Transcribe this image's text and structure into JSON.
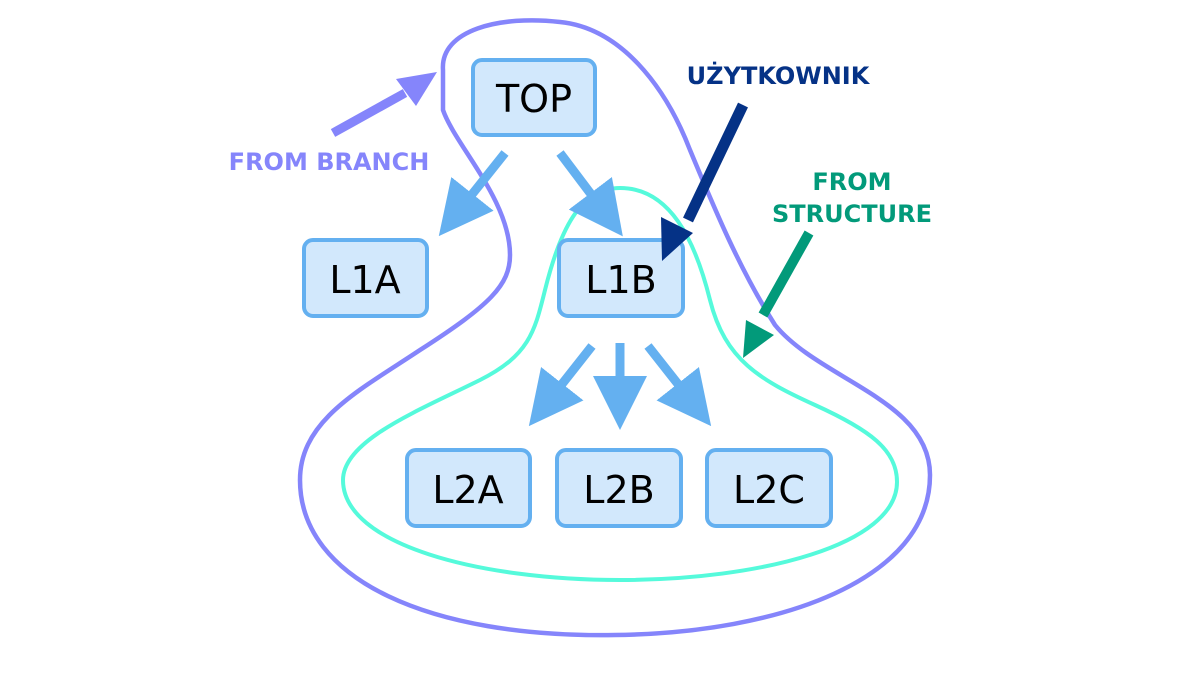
{
  "diagram": {
    "title": "",
    "colors": {
      "node_fill": "#d2e8fc",
      "node_stroke": "#64b0f0",
      "edge": "#64b0f0",
      "from_branch": "#8585fb",
      "from_structure_contour": "#55fadb",
      "from_structure_label": "#029a7a",
      "uzytkownik": "#053286",
      "node_text": "#000000"
    },
    "nodes": [
      {
        "id": "TOP",
        "label": "TOP"
      },
      {
        "id": "L1A",
        "label": "L1A"
      },
      {
        "id": "L1B",
        "label": "L1B"
      },
      {
        "id": "L2A",
        "label": "L2A"
      },
      {
        "id": "L2B",
        "label": "L2B"
      },
      {
        "id": "L2C",
        "label": "L2C"
      }
    ],
    "edges": [
      {
        "from": "TOP",
        "to": "L1A"
      },
      {
        "from": "TOP",
        "to": "L1B"
      },
      {
        "from": "L1B",
        "to": "L2A"
      },
      {
        "from": "L1B",
        "to": "L2B"
      },
      {
        "from": "L1B",
        "to": "L2C"
      }
    ],
    "regions": [
      {
        "id": "from-branch",
        "label": "FROM BRANCH",
        "contains": [
          "TOP",
          "L1B",
          "L2A",
          "L2B",
          "L2C"
        ]
      },
      {
        "id": "from-structure",
        "label_lines": [
          "FROM",
          "STRUCTURE"
        ],
        "contains": [
          "L1B",
          "L2A",
          "L2B",
          "L2C"
        ]
      }
    ],
    "annotations": [
      {
        "id": "uzytkownik",
        "label": "UŻYTKOWNIK",
        "points_to": "L1B"
      }
    ]
  }
}
